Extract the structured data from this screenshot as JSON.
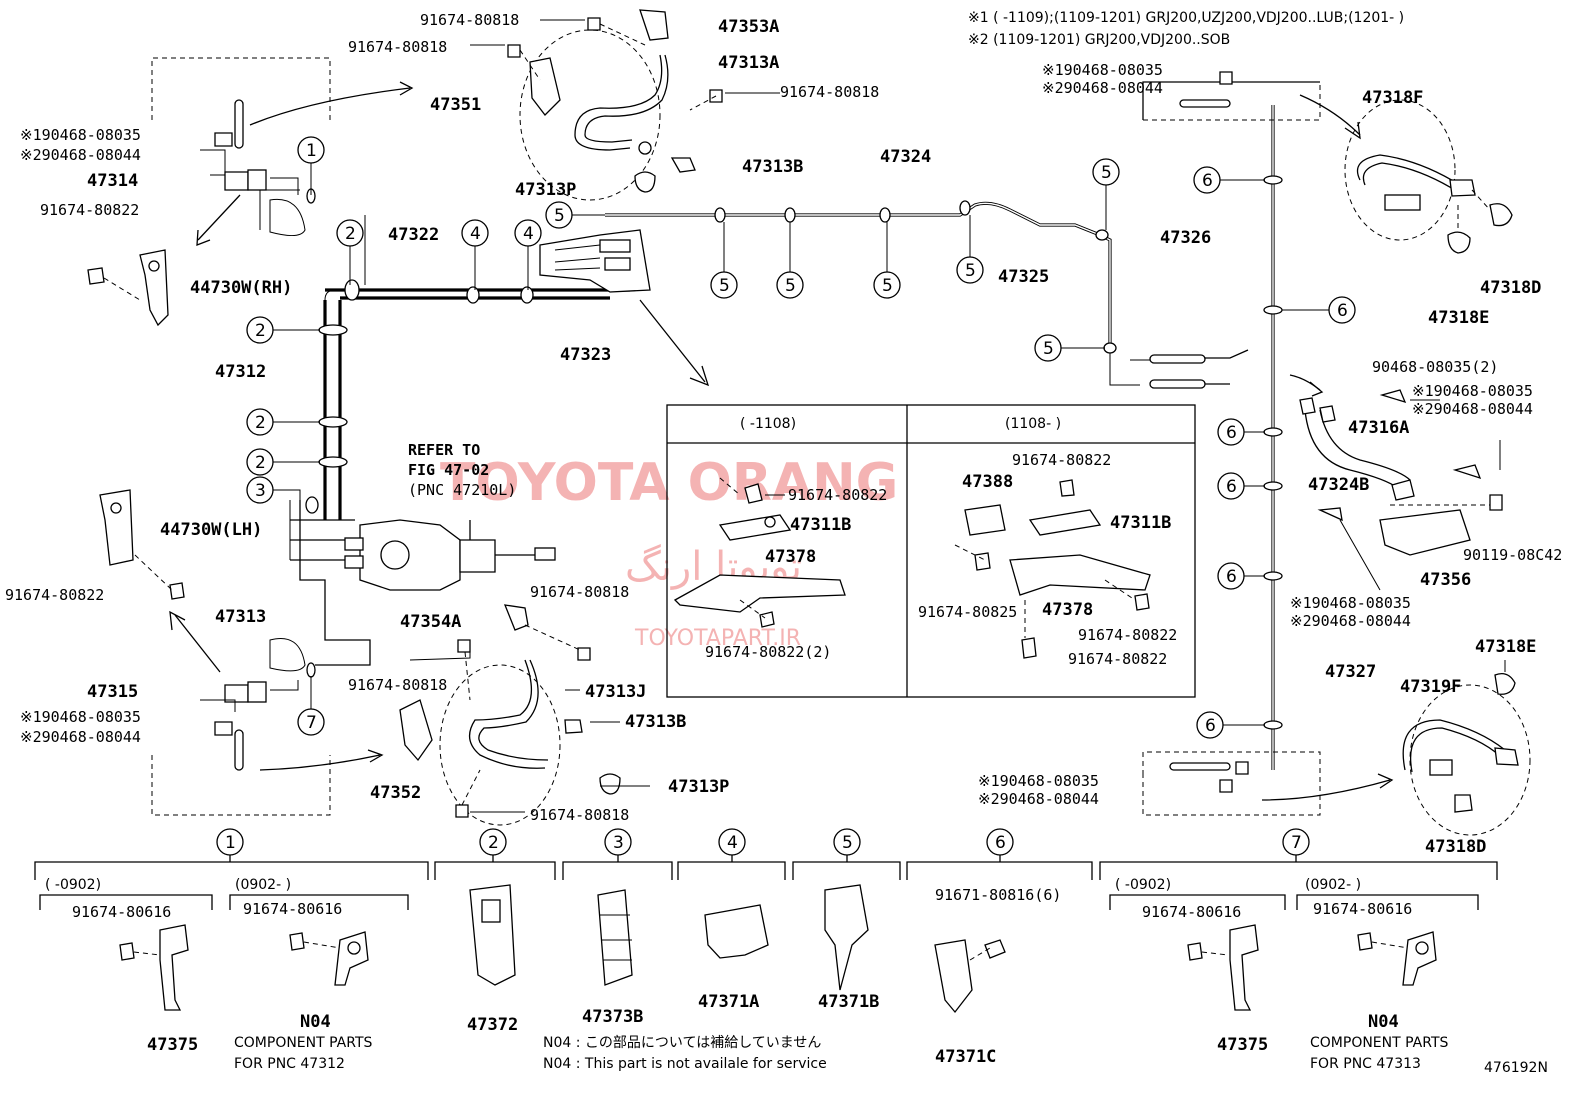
{
  "header_notes": {
    "note1": "※1 (      -1109);(1109-1201) GRJ200,UZJ200,VDJ200..LUB;(1201-      )",
    "note2": "※2 (1109-1201) GRJ200,VDJ200..SOB"
  },
  "labels": {
    "p91674_80818_a": "91674-80818",
    "p47353A": "47353A",
    "p91674_80818_b": "91674-80818",
    "p47313A": "47313A",
    "p47351": "47351",
    "p91674_80818_c": "91674-80818",
    "p47313B_top": "47313B",
    "p47313P_top": "47313P",
    "p47324": "47324",
    "p47322": "47322",
    "p47323": "47323",
    "p47325": "47325",
    "p47326": "47326",
    "p47318F": "47318F",
    "p47318D_top": "47318D",
    "p47318E_top": "47318E",
    "p47314": "47314",
    "p91674_80822_l1": "91674-80822",
    "p44730W_RH": "44730W(RH)",
    "p47312": "47312",
    "p44730W_LH": "44730W(LH)",
    "p91674_80822_l2": "91674-80822",
    "p47313": "47313",
    "p47315": "47315",
    "refer1": "REFER TO",
    "refer2": "FIG 47-02",
    "refer3": "(PNC 47210L)",
    "p47354A": "47354A",
    "p91674_80818_d": "91674-80818",
    "p91674_80818_e": "91674-80818",
    "p47313J": "47313J",
    "p47313B_bot": "47313B",
    "p47313P_bot": "47313P",
    "p47352": "47352",
    "p91674_80818_f": "91674-80818",
    "p90468_08035_2": "90468-08035(2)",
    "p47316A": "47316A",
    "p47324B": "47324B",
    "p47356": "47356",
    "p90119_08C42": "90119-08C42",
    "p47327": "47327",
    "p47319F": "47319F",
    "p47318E_bot": "47318E",
    "p47318D_bot": "47318D",
    "x1_a": "※190468-08035",
    "x2_a": "※290468-08044",
    "x1_b": "※190468-08035",
    "x2_b": "※290468-08044",
    "x1_c": "※190468-08035",
    "x2_c": "※290468-08044",
    "x1_d": "※190468-08035",
    "x2_d": "※290468-08044",
    "x1_e": "※190468-08035",
    "x2_e": "※290468-08044",
    "x1_f": "※190468-08035",
    "x2_f": "※290468-08044"
  },
  "inset": {
    "left_header": "(      -1108)",
    "right_header": "(1108-      )",
    "l_91674_80822": "91674-80822",
    "l_47311B": "47311B",
    "l_47378": "47378",
    "l_91674_80822_2": "91674-80822(2)",
    "r_91674_80822_a": "91674-80822",
    "r_47388": "47388",
    "r_47311B": "47311B",
    "r_91674_80825": "91674-80825",
    "r_47378": "47378",
    "r_91674_80822_b": "91674-80822",
    "r_91674_80822_c": "91674-80822"
  },
  "callouts": [
    "1",
    "2",
    "3",
    "4",
    "5",
    "6",
    "7"
  ],
  "bottom": {
    "g1_left_range": "(      -0902)",
    "g1_right_range": "(0902-      )",
    "g1_left_bolt": "91674-80616",
    "g1_right_bolt": "91674-80616",
    "g1_left_part": "47375",
    "g1_right_part": "N04",
    "g1_comp1": "COMPONENT PARTS",
    "g1_comp2": "FOR PNC 47312",
    "g2_part": "47372",
    "g3_part": "47373B",
    "g4_part": "47371A",
    "g5_part": "47371B",
    "g6_bolt": "91671-80816(6)",
    "g6_part": "47371C",
    "g7_left_range": "(      -0902)",
    "g7_right_range": "(0902-      )",
    "g7_left_bolt": "91674-80616",
    "g7_right_bolt": "91674-80616",
    "g7_left_part": "47375",
    "g7_right_part": "N04",
    "g7_comp1": "COMPONENT PARTS",
    "g7_comp2": "FOR PNC 47313",
    "n04_jp": "N04 : この部品については補給していません",
    "n04_en": "N04 : This part is not availale for service",
    "figure_id": "476192N"
  },
  "watermark": {
    "main": "TOYOTA ORANG",
    "persian": "تویوتا ارنگ",
    "site": "TOYOTAPART.IR"
  },
  "colors": {
    "line": "#000000",
    "watermark": "#f4b3b3",
    "background": "#ffffff"
  }
}
